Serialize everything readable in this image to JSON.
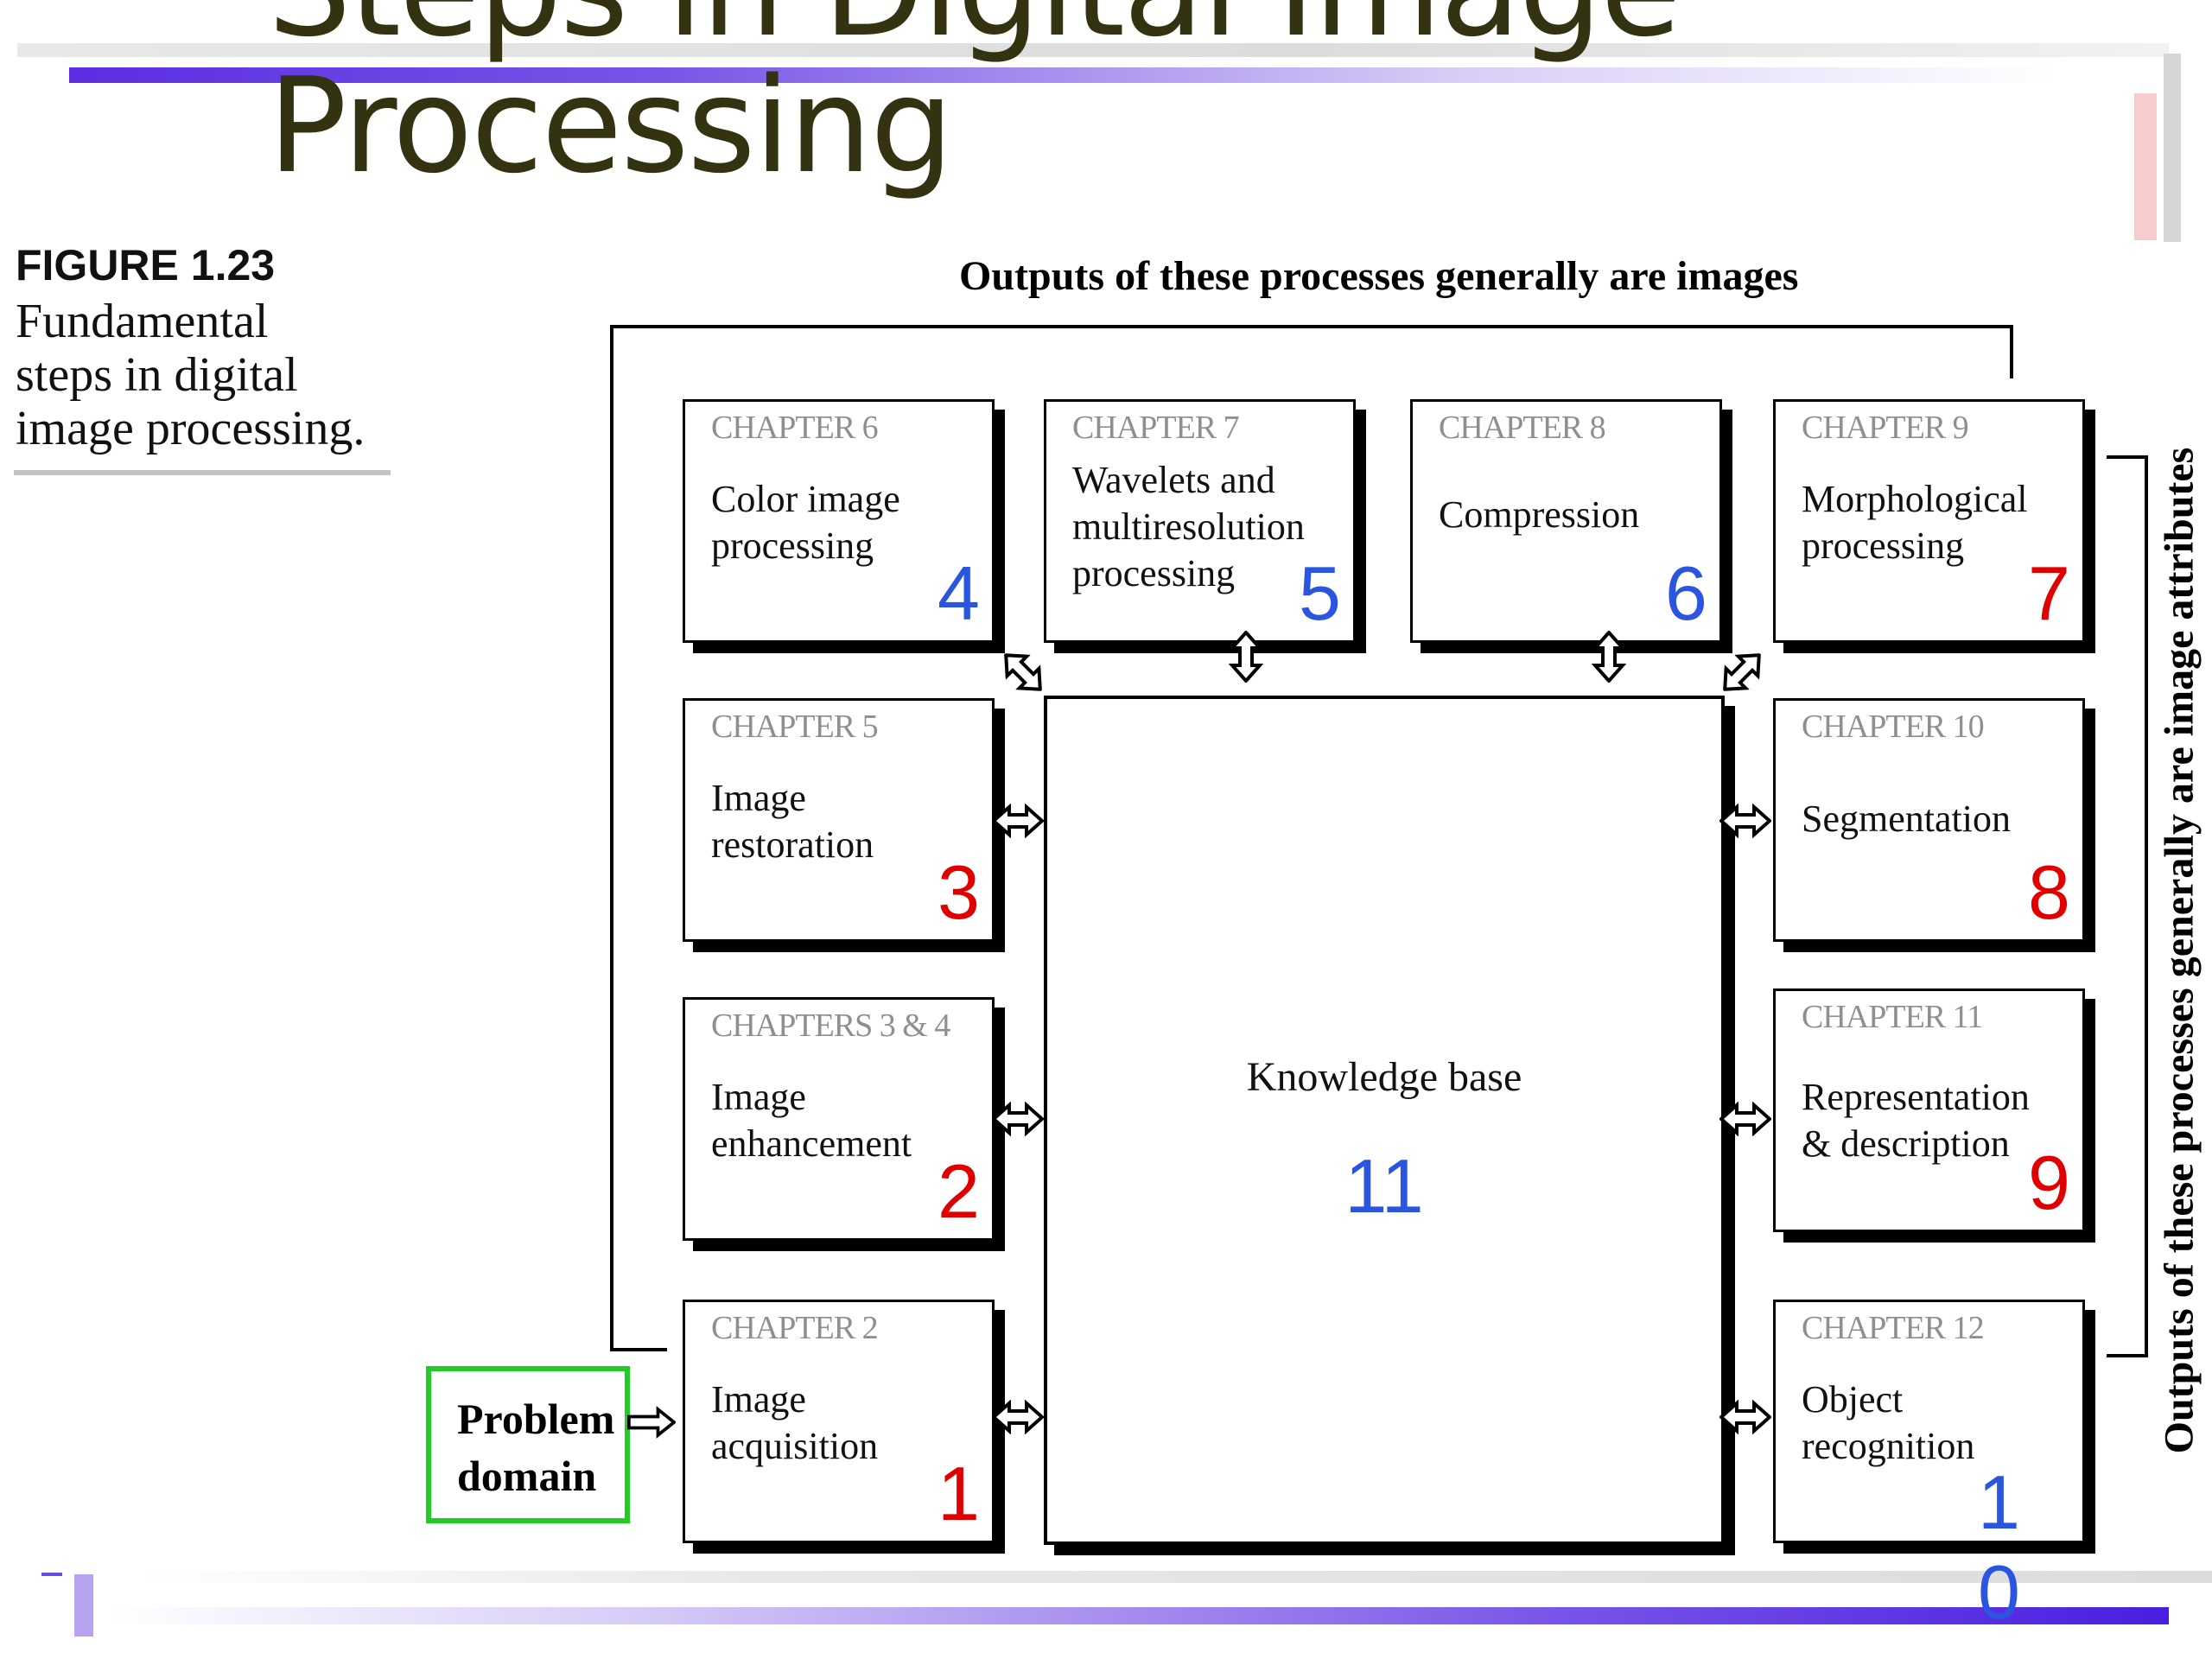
{
  "slide": {
    "title_line1": "Steps in Digital Image",
    "title_line2": "Processing"
  },
  "figure": {
    "label": "FIGURE 1.23",
    "caption_lines": [
      "Fundamental",
      "steps in digital",
      "image processing."
    ]
  },
  "diagram": {
    "top_output_label": "Outputs of these processes generally are images",
    "side_output_label": "Outputs of these processes generally are image attributes",
    "problem_domain": "Problem\ndomain",
    "knowledge_base": {
      "label": "Knowledge base",
      "number": "11",
      "number_color": "#2a55e0"
    },
    "boxes": [
      {
        "chapter": "CHAPTER 6",
        "name": "Color image\nprocessing",
        "number": "4",
        "number_color": "#2a55e0"
      },
      {
        "chapter": "CHAPTER 7",
        "name": "Wavelets and\nmultiresolution\nprocessing",
        "number": "5",
        "number_color": "#2a55e0"
      },
      {
        "chapter": "CHAPTER 8",
        "name": "Compression",
        "number": "6",
        "number_color": "#2a55e0"
      },
      {
        "chapter": "CHAPTER 9",
        "name": "Morphological\nprocessing",
        "number": "7",
        "number_color": "#e00000"
      },
      {
        "chapter": "CHAPTER 5",
        "name": "Image\nrestoration",
        "number": "3",
        "number_color": "#e00000"
      },
      {
        "chapter": "CHAPTER 10",
        "name": "Segmentation",
        "number": "8",
        "number_color": "#e00000"
      },
      {
        "chapter": "CHAPTERS 3 & 4",
        "name": "Image\nenhancement",
        "number": "2",
        "number_color": "#e00000"
      },
      {
        "chapter": "CHAPTER 11",
        "name": "Representation\n& description",
        "number": "9",
        "number_color": "#e00000"
      },
      {
        "chapter": "CHAPTER 2",
        "name": "Image\nacquisition",
        "number": "1",
        "number_color": "#e00000"
      },
      {
        "chapter": "CHAPTER 12",
        "name": "Object\nrecognition",
        "number": "1\n0",
        "number_color": "#2a55e0"
      }
    ]
  }
}
